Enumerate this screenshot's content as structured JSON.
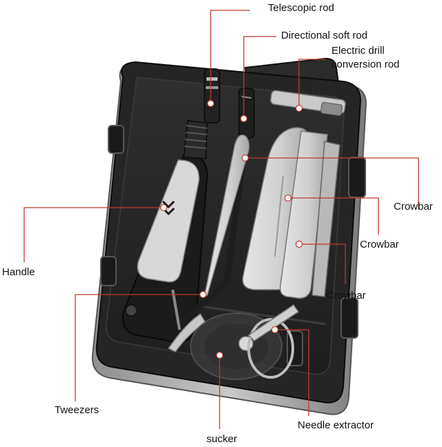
{
  "colors": {
    "leader_line": "#c0392b",
    "case_body": "#2a2a2a",
    "case_rim": "#a9a9a9",
    "tool_light": "#d4d4d4",
    "tool_dark": "#1c1c1c"
  },
  "labels": {
    "telescopic_rod": "Telescopic rod",
    "directional_soft_rod": "Directional soft rod",
    "electric_drill_conversion_rod": "Electric drill\nconversion rod",
    "crowbar_1": "Crowbar",
    "crowbar_2": "Crowbar",
    "crowbar_3": "Crowbar",
    "handle": "Handle",
    "tweezers": "Tweezers",
    "sucker": "sucker",
    "needle_extractor": "Needle extractor"
  }
}
